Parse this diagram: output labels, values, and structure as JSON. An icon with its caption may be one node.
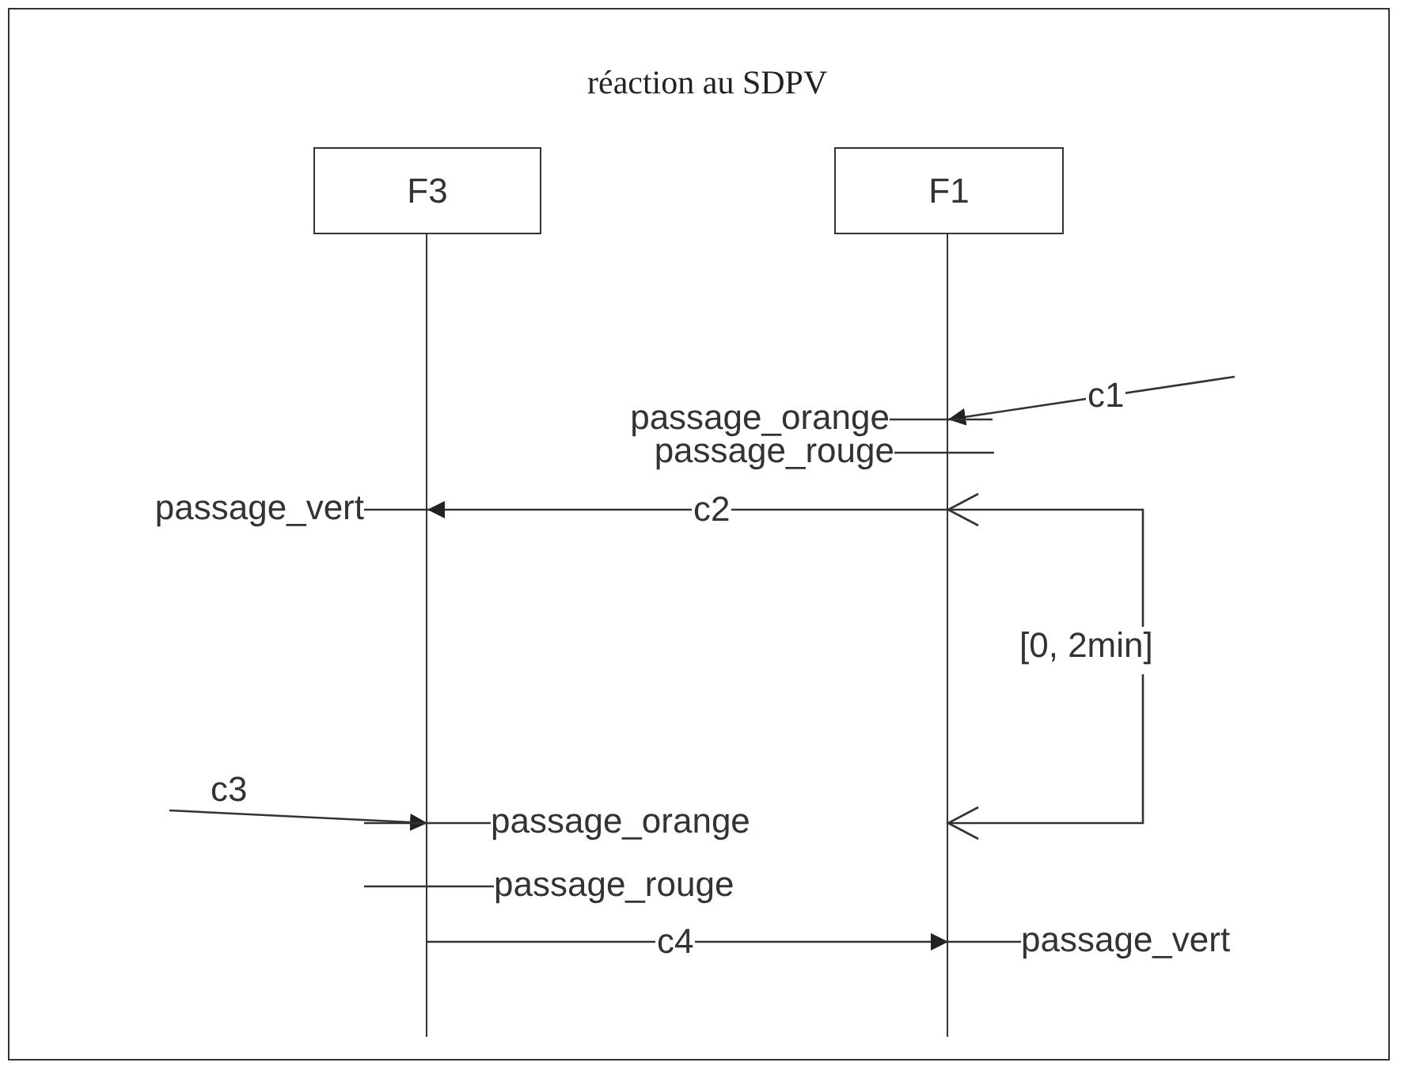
{
  "diagram": {
    "title": "réaction au SDPV",
    "nodes": [
      {
        "text": [
          "F3"
        ]
      },
      {
        "text": [
          "F1"
        ]
      }
    ],
    "edges": [
      {
        "from": null,
        "to": 1,
        "arrow": "to",
        "label": "c1"
      },
      {
        "from": 1,
        "to": 0,
        "arrow": "to",
        "label": "c2"
      },
      {
        "from": null,
        "to": 0,
        "arrow": "to",
        "label": "c3"
      },
      {
        "from": 0,
        "to": 1,
        "arrow": "to",
        "label": "c4"
      }
    ],
    "labels": [
      "passage_orange",
      "passage_rouge",
      "passage_vert",
      "[0, 2min]",
      "passage_orange",
      "passage_rouge",
      "passage_vert"
    ]
  }
}
